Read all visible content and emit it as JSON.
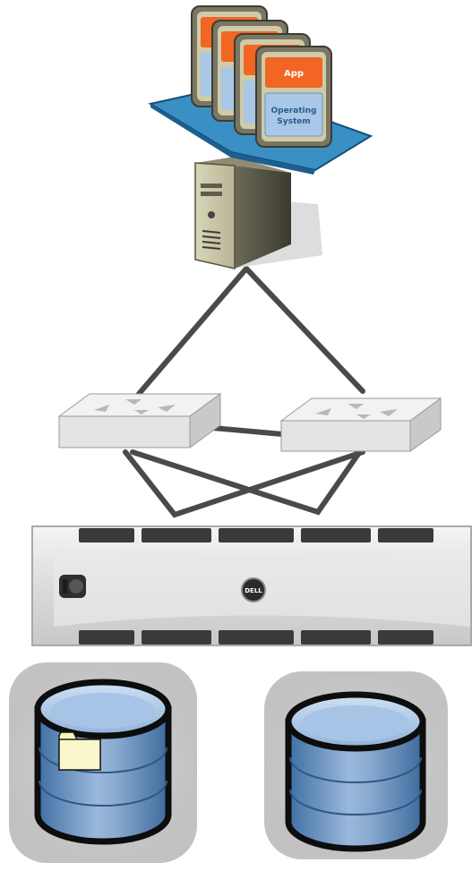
{
  "vm": {
    "app_label": "App",
    "os_label_line1": "Operating",
    "os_label_line2": "System"
  },
  "storage_array": {
    "brand": "DELL"
  },
  "colors": {
    "hypervisor_blue": "#3a8fc4",
    "app_orange": "#f26522",
    "os_blue": "#a9c8e8",
    "link_gray": "#4a4a4a",
    "switch_gray": "#e6e6e6",
    "disk_blue": "#5d8fc2"
  }
}
